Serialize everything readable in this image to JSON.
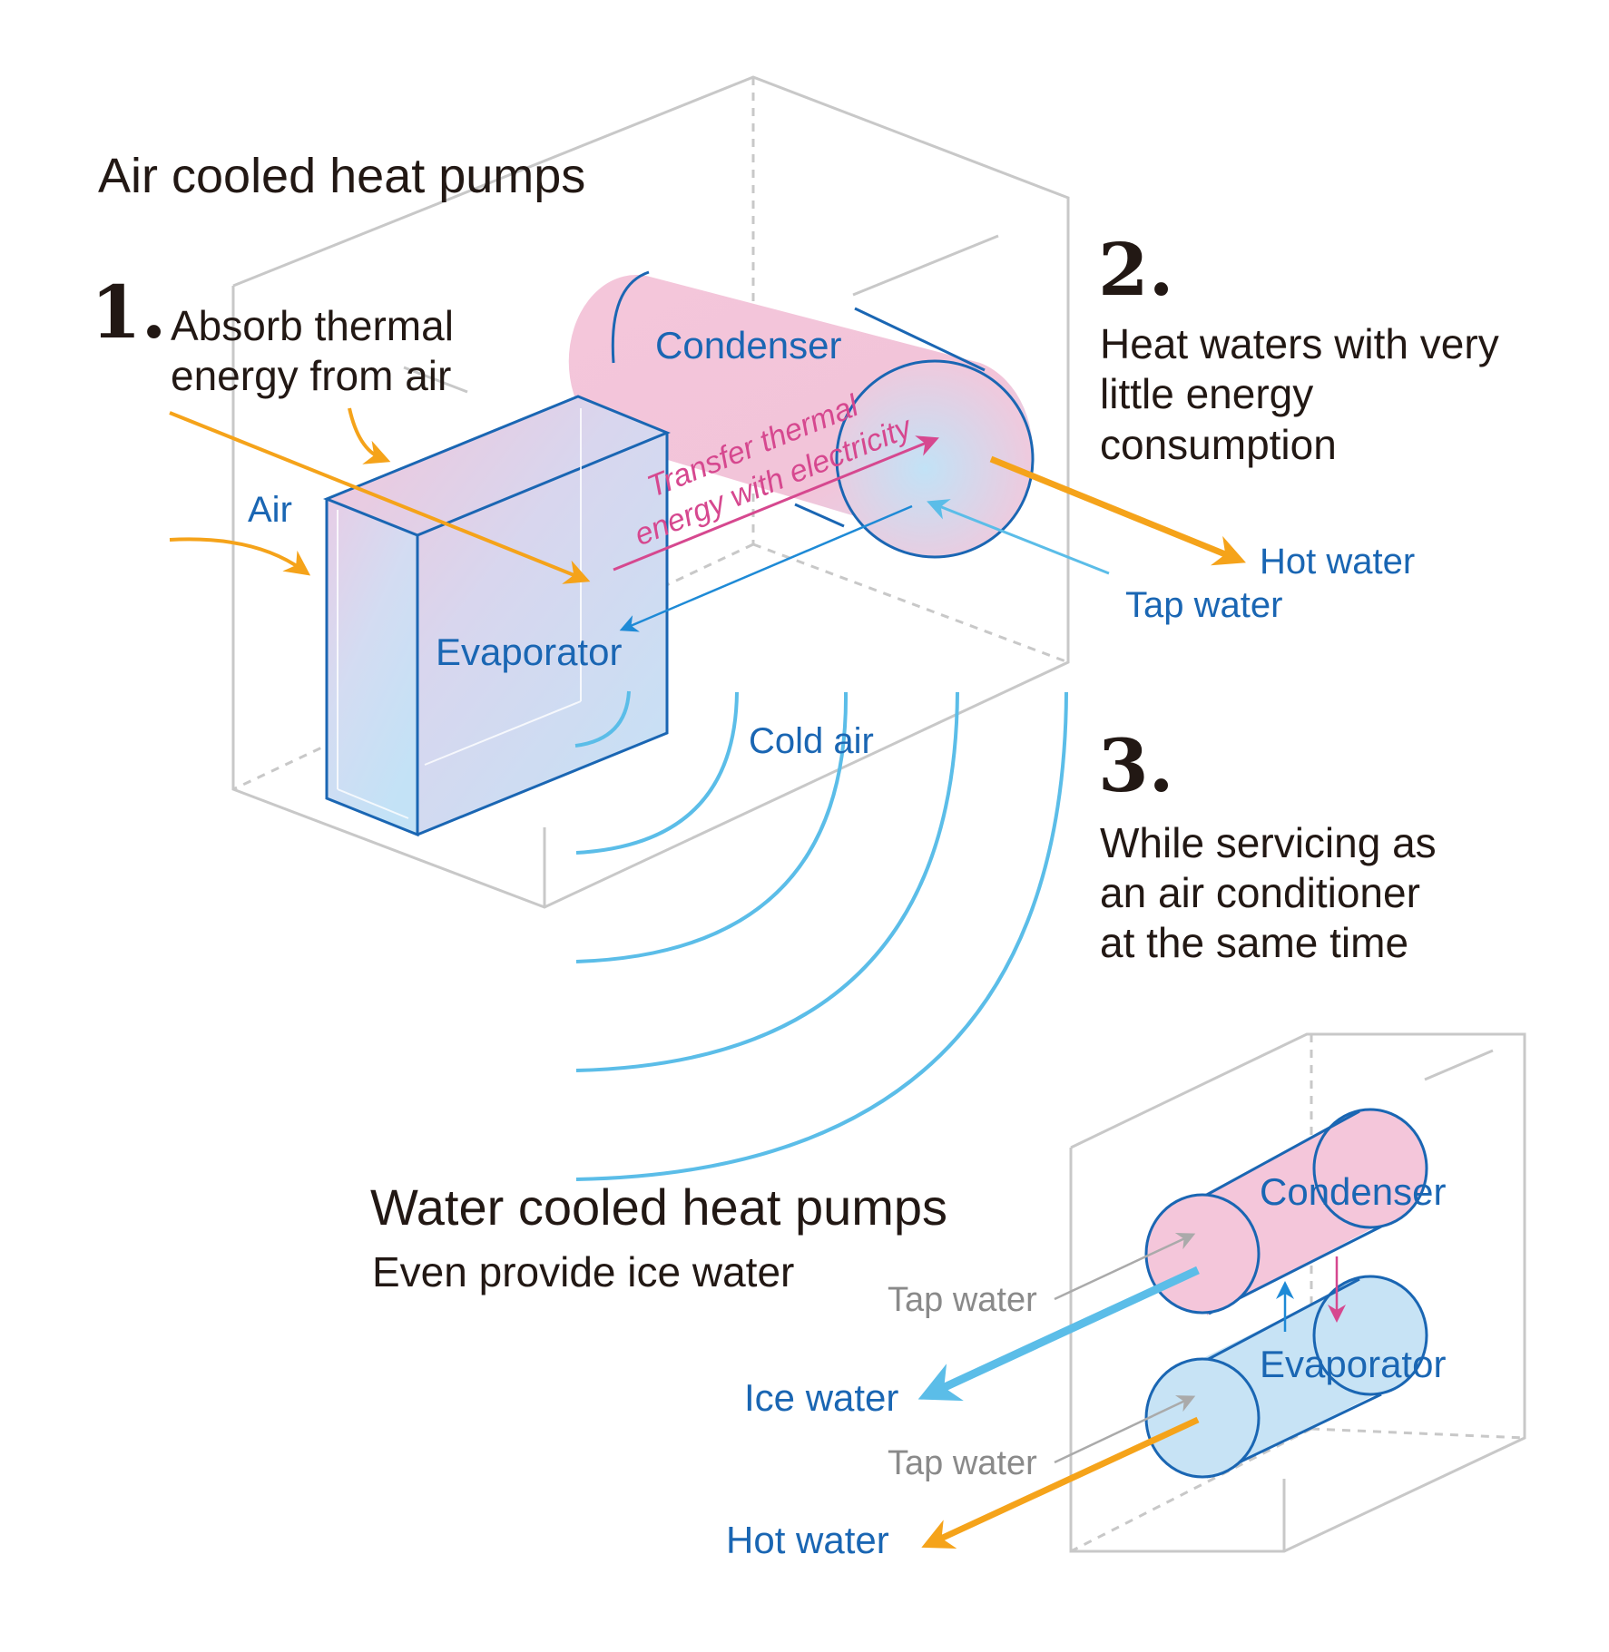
{
  "colors": {
    "dark_text": "#221814",
    "blue_text": "#1a66b3",
    "gray_text": "#8a8a8a",
    "orange_arrow": "#f5a31a",
    "light_blue_arrow": "#5bbde8",
    "blue_arrow": "#1e8ad6",
    "pink_arrow": "#d6488f",
    "condenser_fill": "#f4c6da",
    "evaporator_fill": "#c7e3f5",
    "outline_gray": "#c8c8c8"
  },
  "air": {
    "title": "Air cooled heat pumps",
    "step1": {
      "number": "1.",
      "line1": "Absorb thermal",
      "line2": "energy from air"
    },
    "step2": {
      "number": "2.",
      "line1": "Heat waters with very",
      "line2": "little energy",
      "line3": "consumption"
    },
    "step3": {
      "number": "3.",
      "line1": "While servicing as",
      "line2": "an air conditioner",
      "line3": "at the same time"
    },
    "labels": {
      "air": "Air",
      "condenser": "Condenser",
      "evaporator": "Evaporator",
      "transfer_line1": "Transfer thermal",
      "transfer_line2": "energy with electricity",
      "hot_water": "Hot water",
      "tap_water": "Tap water",
      "cold_air": "Cold air"
    }
  },
  "water": {
    "title": "Water cooled heat pumps",
    "subtitle": "Even provide ice water",
    "labels": {
      "condenser": "Condenser",
      "evaporator": "Evaporator",
      "tap_water_top": "Tap water",
      "tap_water_bottom": "Tap water",
      "ice_water": "Ice water",
      "hot_water": "Hot water"
    }
  }
}
